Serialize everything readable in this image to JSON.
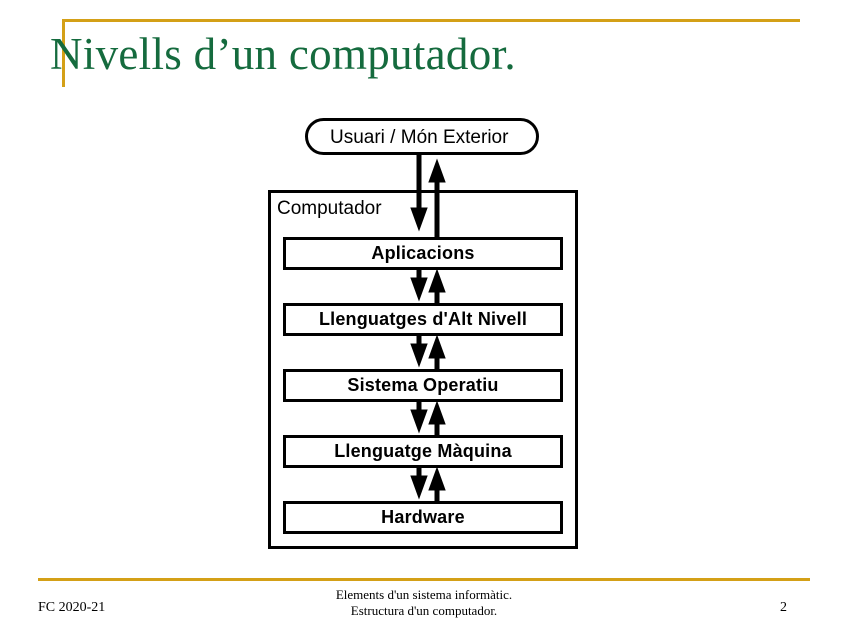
{
  "slide": {
    "title": "Nivells d’un computador.",
    "accent_color": "#D4A017",
    "title_color": "#156B3E",
    "stroke_color": "#000000"
  },
  "diagram": {
    "external_node": {
      "label": "Usuari / Món Exterior",
      "shape": "rounded-rectangle",
      "text_clipped": true
    },
    "container": {
      "label": "Computador",
      "shape": "rectangle"
    },
    "layers": [
      {
        "label": "Aplicacions"
      },
      {
        "label": "Llenguatges d'Alt Nivell"
      },
      {
        "label": "Sistema Operatiu"
      },
      {
        "label": "Llenguatge Màquina"
      },
      {
        "label": "Hardware"
      }
    ],
    "connectors": {
      "style": "bidirectional-arrow-pair",
      "direction_down": "down-arrow",
      "direction_up": "up-arrow",
      "count": 5
    }
  },
  "footer": {
    "left": "FC 2020-21",
    "center_line1": "Elements  d'un sistema informàtic.",
    "center_line2": "Estructura d'un computador.",
    "page_number": "2"
  }
}
